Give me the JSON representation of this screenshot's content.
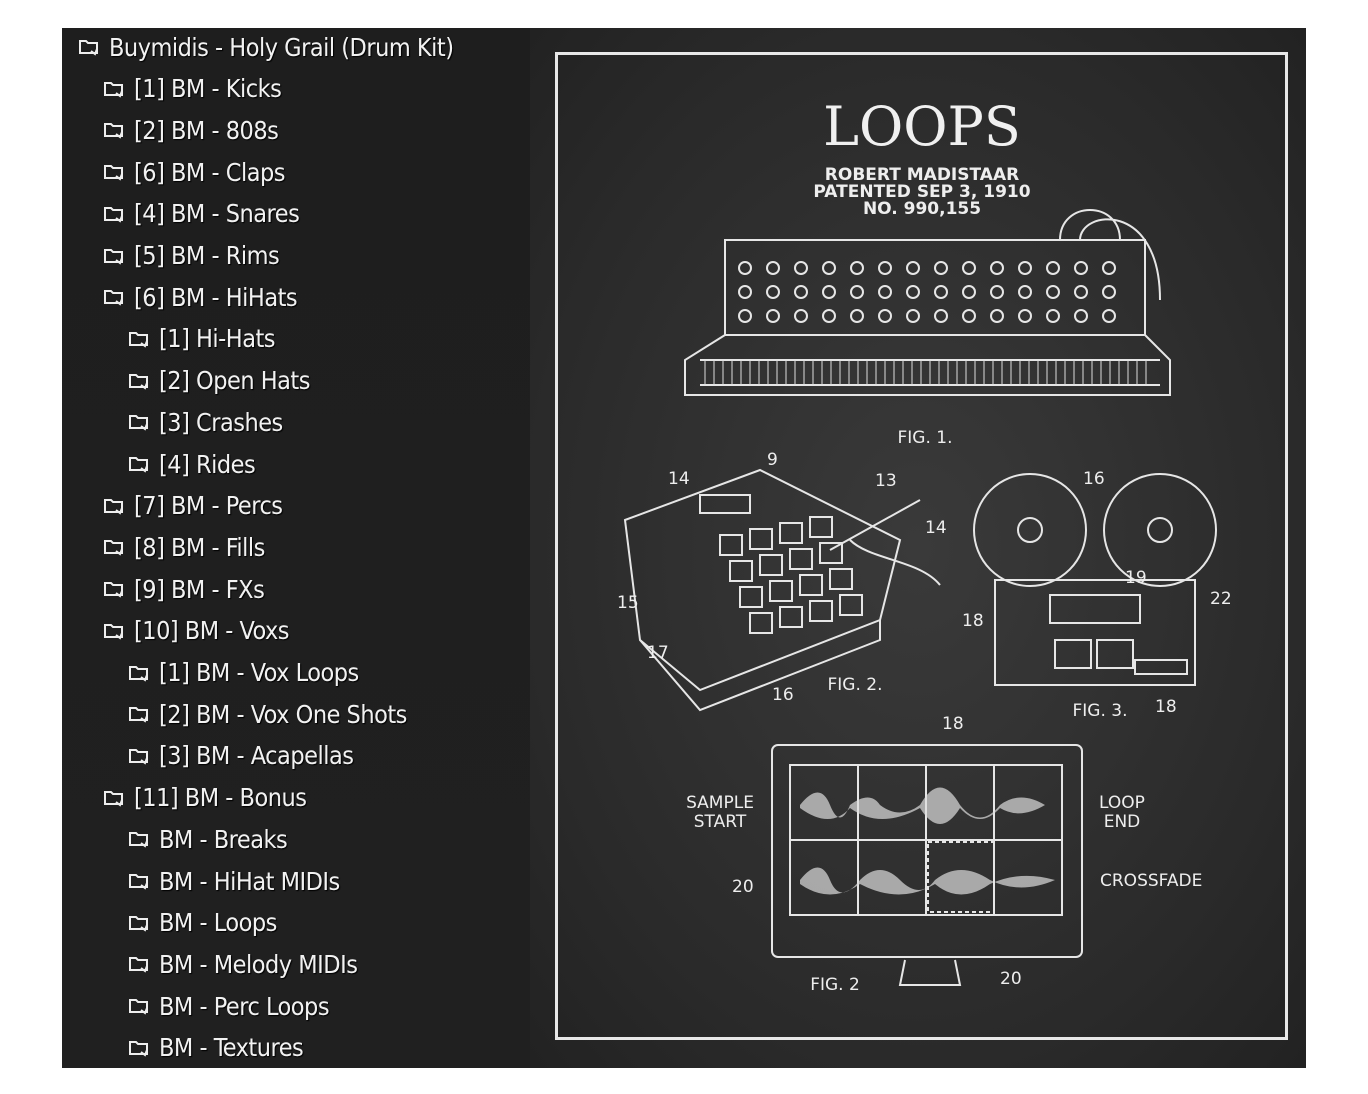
{
  "tree": [
    {
      "label": "Buymidis - Holy Grail (Drum Kit)",
      "level": 0
    },
    {
      "label": "[1] BM - Kicks",
      "level": 1
    },
    {
      "label": "[2] BM - 808s",
      "level": 1
    },
    {
      "label": "[6] BM - Claps",
      "level": 1
    },
    {
      "label": "[4] BM - Snares",
      "level": 1
    },
    {
      "label": "[5] BM - Rims",
      "level": 1
    },
    {
      "label": "[6] BM - HiHats",
      "level": 1
    },
    {
      "label": "[1] Hi-Hats",
      "level": 2
    },
    {
      "label": "[2] Open Hats",
      "level": 2
    },
    {
      "label": "[3] Crashes",
      "level": 2
    },
    {
      "label": "[4] Rides",
      "level": 2
    },
    {
      "label": "[7] BM - Percs",
      "level": 1
    },
    {
      "label": "[8] BM - Fills",
      "level": 1
    },
    {
      "label": "[9] BM - FXs",
      "level": 1
    },
    {
      "label": "[10] BM - Voxs",
      "level": 1
    },
    {
      "label": "[1] BM - Vox Loops",
      "level": 2
    },
    {
      "label": "[2] BM - Vox One Shots",
      "level": 2
    },
    {
      "label": "[3] BM - Acapellas",
      "level": 2
    },
    {
      "label": "[11] BM - Bonus",
      "level": 1
    },
    {
      "label": "BM - Breaks",
      "level": 2
    },
    {
      "label": "BM - HiHat MIDIs",
      "level": 2
    },
    {
      "label": "BM - Loops",
      "level": 2
    },
    {
      "label": "BM - Melody MIDIs",
      "level": 2
    },
    {
      "label": "BM - Perc Loops",
      "level": 2
    },
    {
      "label": "BM - Textures",
      "level": 2
    }
  ],
  "poster": {
    "title": "LOOPS",
    "subtitle": [
      "ROBERT MADISTAAR",
      "PATENTED SEP 3, 1910",
      "NO. 990,155"
    ],
    "fig1": "FIG. 1.",
    "fig2": "FIG. 2.",
    "fig3": "FIG. 3.",
    "fig4": "FIG. 2",
    "sample_start": [
      "SAMPLE",
      "START"
    ],
    "loop_end": [
      "LOOP",
      "END"
    ],
    "crossfade": "CROSSFADE",
    "numbers": {
      "n9": "9",
      "n14a": "14",
      "n13": "13",
      "n14b": "14",
      "n15": "15",
      "n17": "17",
      "n16a": "16",
      "n16b": "16",
      "n19": "19",
      "n18a": "18",
      "n22": "22",
      "n18b": "18",
      "n18c": "18",
      "n20a": "20",
      "n20b": "20"
    }
  }
}
